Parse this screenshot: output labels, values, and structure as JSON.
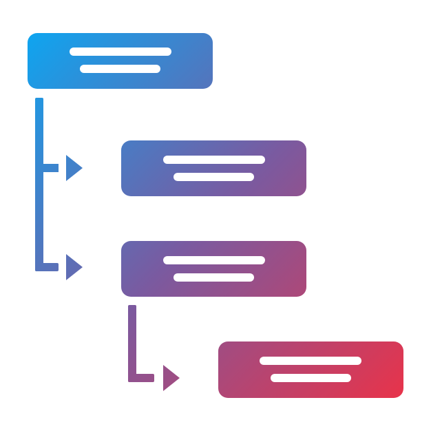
{
  "gradient": {
    "start_color": "#0ea5f0",
    "mid_color": "#7a5aa0",
    "end_color": "#e8334a"
  },
  "line_color": "#ffffff",
  "background_color": "#ffffff",
  "nodes": [
    {
      "id": "root",
      "icon": "text-lines",
      "lines": 2
    },
    {
      "id": "child-1",
      "icon": "text-lines",
      "lines": 2
    },
    {
      "id": "child-2",
      "icon": "text-lines",
      "lines": 2
    },
    {
      "id": "grandchild-1",
      "icon": "text-lines",
      "lines": 2
    }
  ],
  "edges": [
    {
      "from": "root",
      "to": "child-1"
    },
    {
      "from": "root",
      "to": "child-2"
    },
    {
      "from": "child-2",
      "to": "grandchild-1"
    }
  ]
}
